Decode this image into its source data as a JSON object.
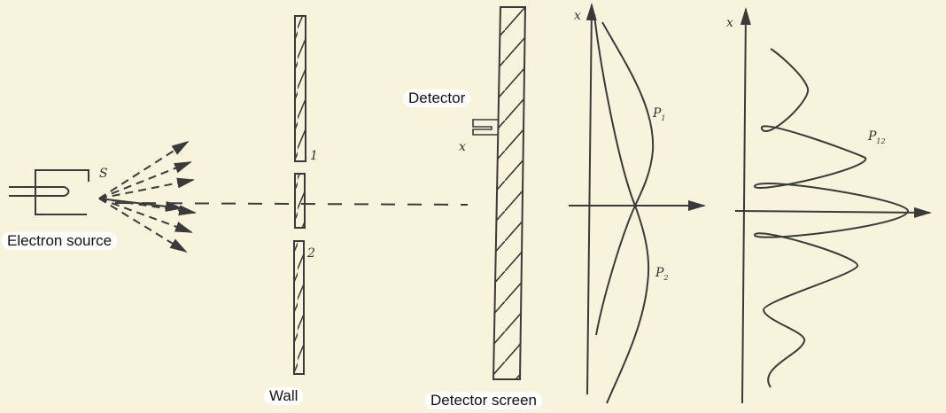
{
  "labels": {
    "electron_source": "Electron source",
    "wall": "Wall",
    "detector": "Detector",
    "detector_screen": "Detector screen"
  },
  "symbols": {
    "source": "S",
    "slit1": "1",
    "slit2": "2",
    "detector_x": "x",
    "axis1_x": "x",
    "axis2_x": "x",
    "p1": "P",
    "p1_sub": "1",
    "p2": "P",
    "p2_sub": "2",
    "p12": "P",
    "p12_sub": "12"
  },
  "colors": {
    "ink": "#3a3a3a",
    "paper": "#f8f3dc"
  }
}
